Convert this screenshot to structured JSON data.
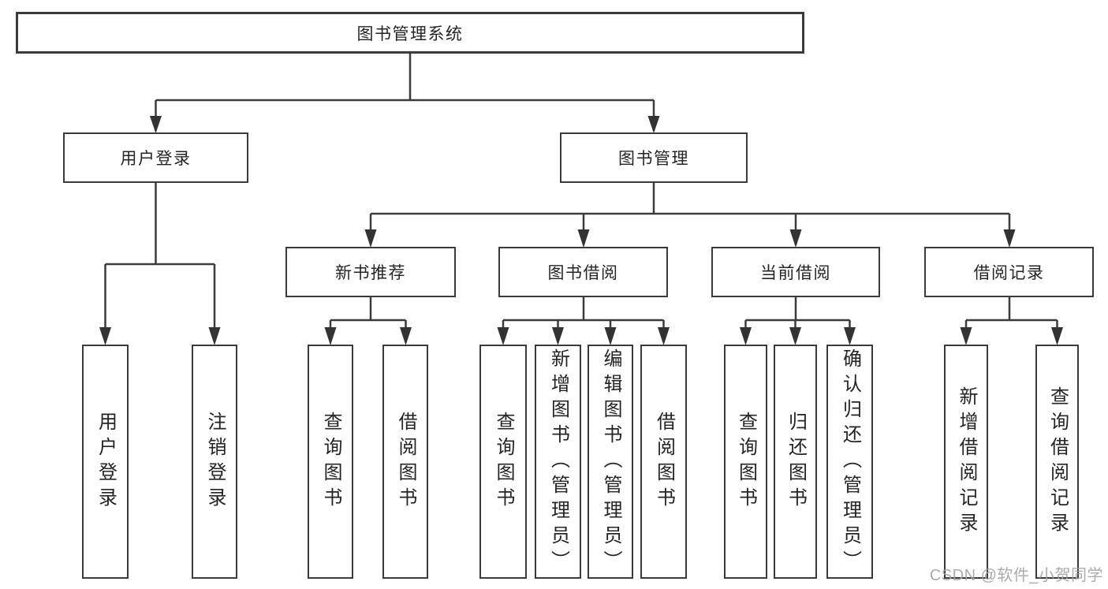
{
  "tree": {
    "label": "图书管理系统",
    "children": [
      {
        "label": "用户登录",
        "children": [
          {
            "label": "用户登录"
          },
          {
            "label": "注销登录"
          }
        ]
      },
      {
        "label": "图书管理",
        "children": [
          {
            "label": "新书推荐",
            "children": [
              {
                "label": "查询图书"
              },
              {
                "label": "借阅图书"
              }
            ]
          },
          {
            "label": "图书借阅",
            "children": [
              {
                "label": "查询图书"
              },
              {
                "label": "新增图书（管理员）"
              },
              {
                "label": "编辑图书（管理员）"
              },
              {
                "label": "借阅图书"
              }
            ]
          },
          {
            "label": "当前借阅",
            "children": [
              {
                "label": "查询图书"
              },
              {
                "label": "归还图书"
              },
              {
                "label": "确认归还（管理员）"
              }
            ]
          },
          {
            "label": "借阅记录",
            "children": [
              {
                "label": "新增借阅记录"
              },
              {
                "label": "查询借阅记录"
              }
            ]
          }
        ]
      }
    ]
  },
  "watermark": "CSDN @软件_小贺同学",
  "colors": {
    "line": "#3b3b3b",
    "border": "#3b3b3b",
    "text": "#242424",
    "background": "#ffffff",
    "watermark": "#a2a2a2"
  }
}
